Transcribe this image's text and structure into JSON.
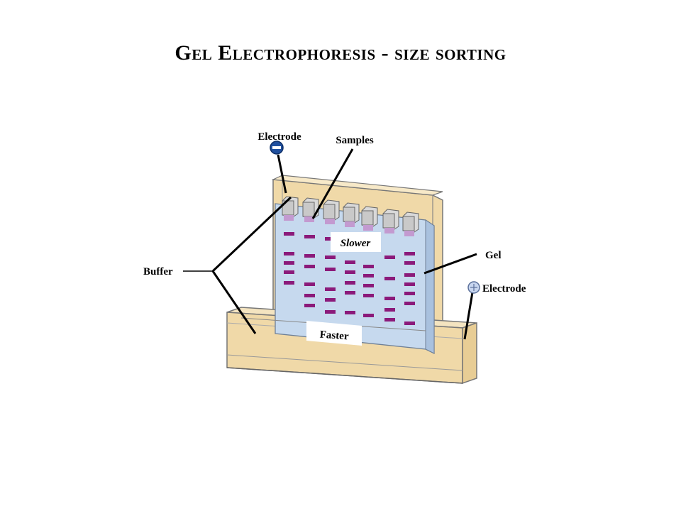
{
  "title": "Gel Electrophoresis - size sorting",
  "labels": {
    "electrode_top": "Electrode",
    "samples": "Samples",
    "slower": "Slower",
    "gel": "Gel",
    "buffer": "Buffer",
    "electrode_right": "Electrode",
    "faster": "Faster"
  },
  "icons": {
    "negative_terminal": "minus-sign",
    "positive_terminal": "plus-sign"
  },
  "colors": {
    "buffer": "#f0d9a8",
    "gel": "#c6d9ee",
    "band": "#8b1a7a",
    "well_fill": "#c39ad0",
    "negative_electrode": "#1f4f9e",
    "positive_electrode": "#c8d6ef"
  }
}
